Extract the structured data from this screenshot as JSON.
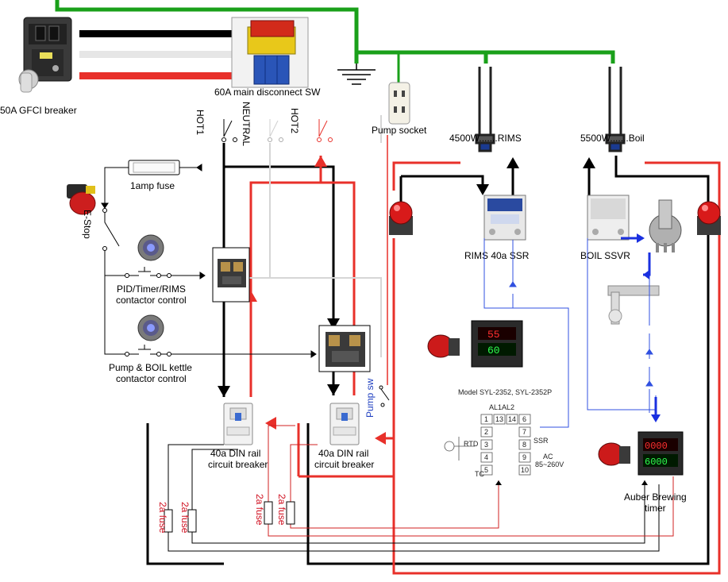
{
  "labels": {
    "gfci": "50A GFCI breaker",
    "main_disconnect": "60A main disconnect SW",
    "hot1": "HOT1",
    "neutral": "NEUTRAL",
    "hot2": "HOT2",
    "pump_socket": "Pump socket",
    "rims_element": "4500W.......RIMS",
    "boil_element": "5500W.......Boil",
    "fuse_1amp": "1amp fuse",
    "estop": "E-Stop",
    "pid_contactor_line1": "PID/Timer/RIMS",
    "pid_contactor_line2": "contactor control",
    "pump_boil_line1": "Pump & BOIL kettle",
    "pump_boil_line2": "contactor control",
    "rims_ssr": "RIMS 40a SSR",
    "boil_ssvr": "BOIL SSVR",
    "pump_sw": "Pump sw",
    "din_left_line1": "40a DIN rail",
    "din_left_line2": "circuit breaker",
    "din_right_line1": "40a DIN rail",
    "din_right_line2": "circuit breaker",
    "pid_model": "Model SYL-2352, SYL-2352P",
    "auber_line1": "Auber Brewing",
    "auber_line2": "timer",
    "fuse_a": "2a fuse",
    "fuse_b": "2a fuse",
    "fuse_c": "2a fuse",
    "fuse_d": "2a fuse"
  },
  "pid_terminals": {
    "al1": "AL1",
    "al2": "AL2",
    "t1": "1",
    "t13": "13",
    "t14": "14",
    "t6": "6",
    "t2": "2",
    "t3": "3",
    "t4": "4",
    "t5": "5",
    "t7": "7",
    "t8": "8",
    "t9": "9",
    "t10": "10",
    "ssr": "SSR",
    "ac": "AC",
    "volt": "85~260V",
    "rtd": "RTD",
    "tc": "TC"
  },
  "pid_display": {
    "top": "55",
    "bottom": "60"
  },
  "timer_display": {
    "top": "0000",
    "bottom": "6000"
  },
  "colors": {
    "ground": "#1aa01a",
    "hot1": "#000000",
    "neutral": "#dcdcdc",
    "hot2": "#e8302a",
    "control": "#3050e0",
    "thin_red": "#d02020"
  }
}
